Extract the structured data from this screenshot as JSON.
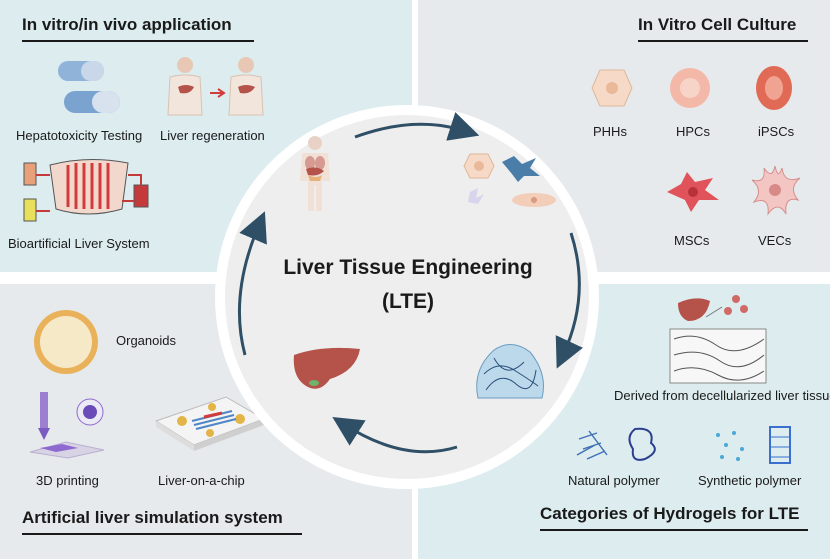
{
  "center": {
    "title": "Liver Tissue Engineering",
    "subtitle": "(LTE)"
  },
  "top_left": {
    "title": "In vitro/in vivo application",
    "items": [
      "Hepatotoxicity Testing",
      "Liver regeneration",
      "Bioartificial Liver System"
    ]
  },
  "top_right": {
    "title": "In Vitro Cell Culture",
    "cells": [
      "PHHs",
      "HPCs",
      "iPSCs",
      "MSCs",
      "VECs"
    ]
  },
  "bottom_left": {
    "title": "Artificial liver simulation system",
    "items": [
      "Organoids",
      "3D printing",
      "Liver-on-a-chip"
    ]
  },
  "bottom_right": {
    "title": "Categories of Hydrogels for LTE",
    "items": [
      "Derived from decellularized liver tissue",
      "Natural polymer",
      "Synthetic polymer"
    ]
  },
  "colors": {
    "panel_teal": "#dcecef",
    "panel_grey": "#e6eaed",
    "arrow": "#2f4f66",
    "liver": "#b5524a"
  }
}
